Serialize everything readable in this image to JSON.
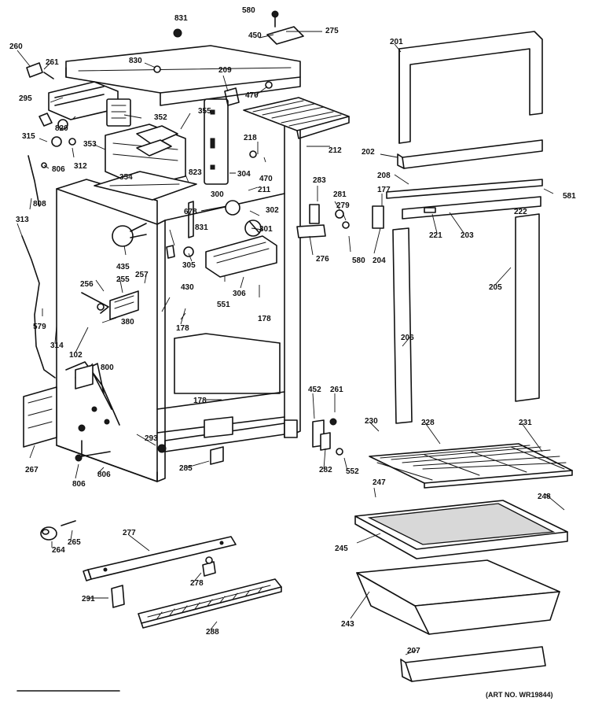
{
  "diagram": {
    "art_no": "(ART NO. WR19844)",
    "labels": [
      {
        "id": "831a",
        "text": "831"
      },
      {
        "id": "580a",
        "text": "580"
      },
      {
        "id": "275",
        "text": "275"
      },
      {
        "id": "450",
        "text": "450"
      },
      {
        "id": "201",
        "text": "201"
      },
      {
        "id": "260",
        "text": "260"
      },
      {
        "id": "261a",
        "text": "261"
      },
      {
        "id": "830",
        "text": "830"
      },
      {
        "id": "209",
        "text": "209"
      },
      {
        "id": "470a",
        "text": "470"
      },
      {
        "id": "295",
        "text": "295"
      },
      {
        "id": "355",
        "text": "355"
      },
      {
        "id": "352",
        "text": "352"
      },
      {
        "id": "820",
        "text": "820"
      },
      {
        "id": "315",
        "text": "315"
      },
      {
        "id": "353",
        "text": "353"
      },
      {
        "id": "312",
        "text": "312"
      },
      {
        "id": "806a",
        "text": "806"
      },
      {
        "id": "354",
        "text": "354"
      },
      {
        "id": "823",
        "text": "823"
      },
      {
        "id": "218",
        "text": "218"
      },
      {
        "id": "470b",
        "text": "470"
      },
      {
        "id": "304",
        "text": "304"
      },
      {
        "id": "212",
        "text": "212"
      },
      {
        "id": "202",
        "text": "202"
      },
      {
        "id": "208",
        "text": "208"
      },
      {
        "id": "581",
        "text": "581"
      },
      {
        "id": "808",
        "text": "808"
      },
      {
        "id": "211",
        "text": "211"
      },
      {
        "id": "300",
        "text": "300"
      },
      {
        "id": "302",
        "text": "302"
      },
      {
        "id": "283",
        "text": "283"
      },
      {
        "id": "281",
        "text": "281"
      },
      {
        "id": "279",
        "text": "279"
      },
      {
        "id": "177",
        "text": "177"
      },
      {
        "id": "222",
        "text": "222"
      },
      {
        "id": "313",
        "text": "313"
      },
      {
        "id": "678",
        "text": "678"
      },
      {
        "id": "831b",
        "text": "831"
      },
      {
        "id": "301",
        "text": "301"
      },
      {
        "id": "221",
        "text": "221"
      },
      {
        "id": "203",
        "text": "203"
      },
      {
        "id": "305",
        "text": "305"
      },
      {
        "id": "276",
        "text": "276"
      },
      {
        "id": "580b",
        "text": "580"
      },
      {
        "id": "204",
        "text": "204"
      },
      {
        "id": "435",
        "text": "435"
      },
      {
        "id": "256",
        "text": "256"
      },
      {
        "id": "255",
        "text": "255"
      },
      {
        "id": "257",
        "text": "257"
      },
      {
        "id": "551",
        "text": "551"
      },
      {
        "id": "306",
        "text": "306"
      },
      {
        "id": "178a",
        "text": "178"
      },
      {
        "id": "205",
        "text": "205"
      },
      {
        "id": "430",
        "text": "430"
      },
      {
        "id": "579",
        "text": "579"
      },
      {
        "id": "380",
        "text": "380"
      },
      {
        "id": "314",
        "text": "314"
      },
      {
        "id": "178b",
        "text": "178"
      },
      {
        "id": "206",
        "text": "206"
      },
      {
        "id": "102",
        "text": "102"
      },
      {
        "id": "800",
        "text": "800"
      },
      {
        "id": "452",
        "text": "452"
      },
      {
        "id": "261b",
        "text": "261"
      },
      {
        "id": "178c",
        "text": "178"
      },
      {
        "id": "230",
        "text": "230"
      },
      {
        "id": "228",
        "text": "228"
      },
      {
        "id": "231",
        "text": "231"
      },
      {
        "id": "267",
        "text": "267"
      },
      {
        "id": "293",
        "text": "293"
      },
      {
        "id": "282",
        "text": "282"
      },
      {
        "id": "552",
        "text": "552"
      },
      {
        "id": "285",
        "text": "285"
      },
      {
        "id": "806b",
        "text": "806"
      },
      {
        "id": "806c",
        "text": "806"
      },
      {
        "id": "247",
        "text": "247"
      },
      {
        "id": "248",
        "text": "248"
      },
      {
        "id": "264",
        "text": "264"
      },
      {
        "id": "265",
        "text": "265"
      },
      {
        "id": "277",
        "text": "277"
      },
      {
        "id": "245",
        "text": "245"
      },
      {
        "id": "278",
        "text": "278"
      },
      {
        "id": "291",
        "text": "291"
      },
      {
        "id": "288",
        "text": "288"
      },
      {
        "id": "243",
        "text": "243"
      },
      {
        "id": "207",
        "text": "207"
      }
    ]
  }
}
